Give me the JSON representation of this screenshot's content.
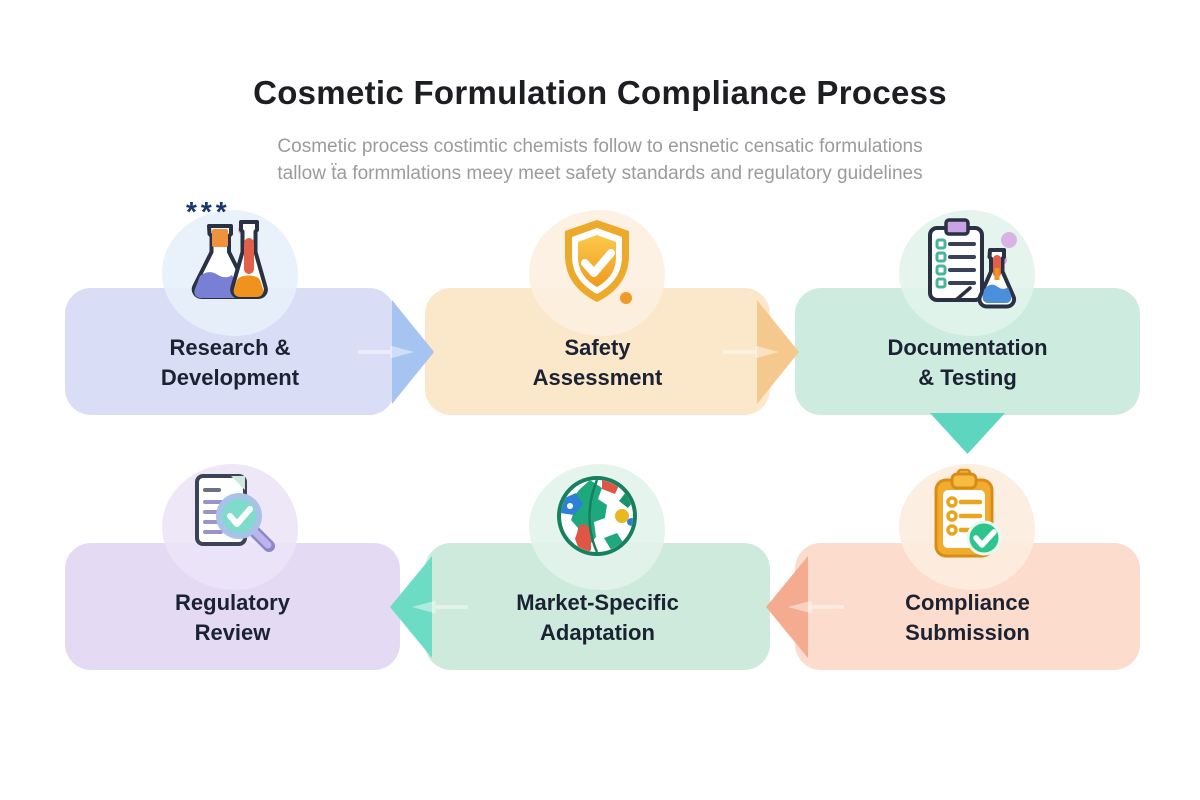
{
  "header": {
    "title": "Cosmetic Formulation Compliance Process",
    "subtitle_line1": "Cosmetic process costimtic chemists follow to ensnetic censatic formulations",
    "subtitle_line2": "tallow ẗa formmlations meey meet safety standards and regulatory guidelines"
  },
  "steps": [
    {
      "id": "research-development",
      "label_line1": "Research &",
      "label_line2": "Development",
      "icon": "lab-flasks-icon",
      "decoration": "***",
      "box_color": "#d9def6",
      "blob_color": "rgba(231,240,251,0.9)"
    },
    {
      "id": "safety-assessment",
      "label_line1": "Safety",
      "label_line2": "Assessment",
      "icon": "shield-check-icon",
      "box_color": "#fbe7c9",
      "blob_color": "rgba(253,240,224,0.9)"
    },
    {
      "id": "documentation-testing",
      "label_line1": "Documentation",
      "label_line2": "& Testing",
      "icon": "clipboard-flask-icon",
      "box_color": "#cdecdf",
      "blob_color": "rgba(226,244,236,0.9)"
    },
    {
      "id": "regulatory-review",
      "label_line1": "Regulatory",
      "label_line2": "Review",
      "icon": "document-magnifier-icon",
      "box_color": "#e4daf3",
      "blob_color": "rgba(236,228,247,0.88)"
    },
    {
      "id": "market-specific-adaptation",
      "label_line1": "Market-Specific",
      "label_line2": "Adaptation",
      "icon": "globe-icon",
      "box_color": "#cdeadd",
      "blob_color": "rgba(227,243,236,0.9)"
    },
    {
      "id": "compliance-submission",
      "label_line1": "Compliance",
      "label_line2": "Submission",
      "icon": "clipboard-check-icon",
      "box_color": "#fbdccd",
      "blob_color": "rgba(253,236,223,0.9)"
    }
  ],
  "arrows": [
    {
      "from": "research-development",
      "to": "safety-assessment",
      "direction": "right",
      "color": "#a6c4f1"
    },
    {
      "from": "safety-assessment",
      "to": "documentation-testing",
      "direction": "right",
      "color": "#f5c98e"
    },
    {
      "from": "documentation-testing",
      "to": "compliance-submission",
      "direction": "down",
      "color": "#5ed6bf"
    },
    {
      "from": "compliance-submission",
      "to": "market-specific-adaptation",
      "direction": "left",
      "color": "#f4ab90"
    },
    {
      "from": "market-specific-adaptation",
      "to": "regulatory-review",
      "direction": "left",
      "color": "#6cdcc5"
    }
  ]
}
